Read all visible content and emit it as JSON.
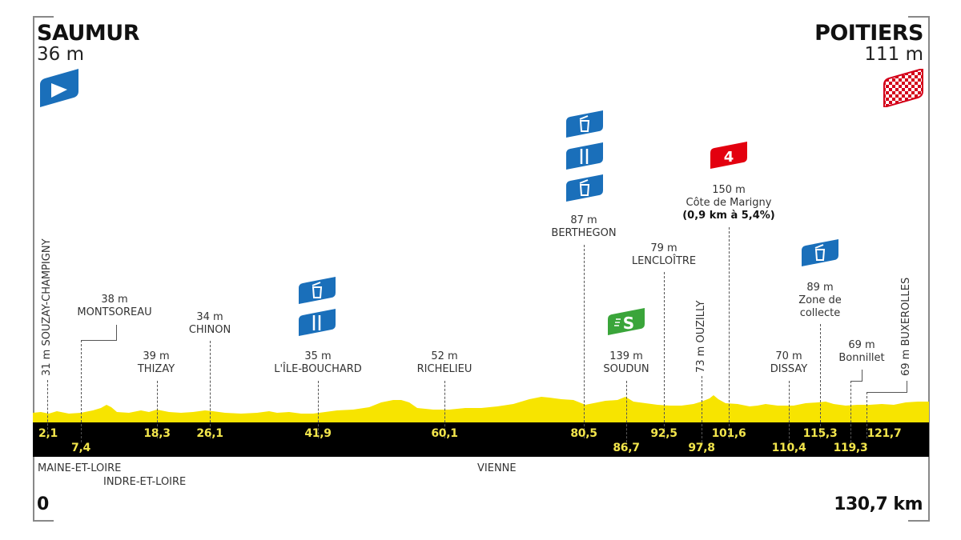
{
  "start": {
    "city": "SAUMUR",
    "altitude": "36 m",
    "icon": "start-flag-icon"
  },
  "finish": {
    "city": "POITIERS",
    "altitude": "111 m",
    "icon": "finish-checkered-flag-icon"
  },
  "distance": {
    "start": "0",
    "end": "130,7 km"
  },
  "departments": [
    {
      "name": "MAINE-ET-LOIRE"
    },
    {
      "name": "INDRE-ET-LOIRE"
    },
    {
      "name": "VIENNE"
    }
  ],
  "waypoints": [
    {
      "km": "2,1",
      "altitude": "31 m",
      "name": "SOUZAY-CHAMPIGNY"
    },
    {
      "km": "7,4",
      "altitude": "38 m",
      "name": "MONTSOREAU"
    },
    {
      "km": "18,3",
      "altitude": "39 m",
      "name": "THIZAY"
    },
    {
      "km": "26,1",
      "altitude": "34 m",
      "name": "CHINON"
    },
    {
      "km": "41,9",
      "altitude": "35 m",
      "name": "L'ÎLE-BOUCHARD",
      "icons": [
        "feed-zone-bin-icon",
        "refreshment-fork-knife-icon"
      ]
    },
    {
      "km": "60,1",
      "altitude": "52 m",
      "name": "RICHELIEU"
    },
    {
      "km": "80,5",
      "altitude": "87 m",
      "name": "BERTHEGON",
      "icons": [
        "feed-zone-bin-icon",
        "refreshment-fork-knife-icon",
        "feed-zone-bin-icon"
      ]
    },
    {
      "km": "86,7",
      "altitude": "139 m",
      "name": "SOUDUN",
      "icons": [
        "intermediate-sprint-icon"
      ]
    },
    {
      "km": "92,5",
      "altitude": "79 m",
      "name": "LENCLOÎTRE"
    },
    {
      "km": "97,8",
      "altitude": "73 m",
      "name": "OUZILLY"
    },
    {
      "km": "101,6",
      "altitude": "150 m",
      "name": "Côte de Marigny",
      "detail": "(0,9 km à 5,4%)",
      "category": "4",
      "icons": [
        "climb-category-4-icon"
      ]
    },
    {
      "km": "110,4",
      "altitude": "70 m",
      "name": "DISSAY"
    },
    {
      "km": "115,3",
      "altitude": "89 m",
      "name": "Zone de",
      "name2": "collecte",
      "icons": [
        "feed-zone-bin-icon"
      ]
    },
    {
      "km": "119,3",
      "altitude": "69 m",
      "name": "Bonnillet"
    },
    {
      "km": "121,7",
      "altitude": "69 m",
      "name": "BUXEROLLES"
    }
  ],
  "colors": {
    "profile_fill": "#f7e400",
    "band": "#000000",
    "km_text": "#f2e54b",
    "badge_blue": "#1a6fba",
    "badge_red": "#e3000f",
    "badge_green": "#3aa53a"
  }
}
